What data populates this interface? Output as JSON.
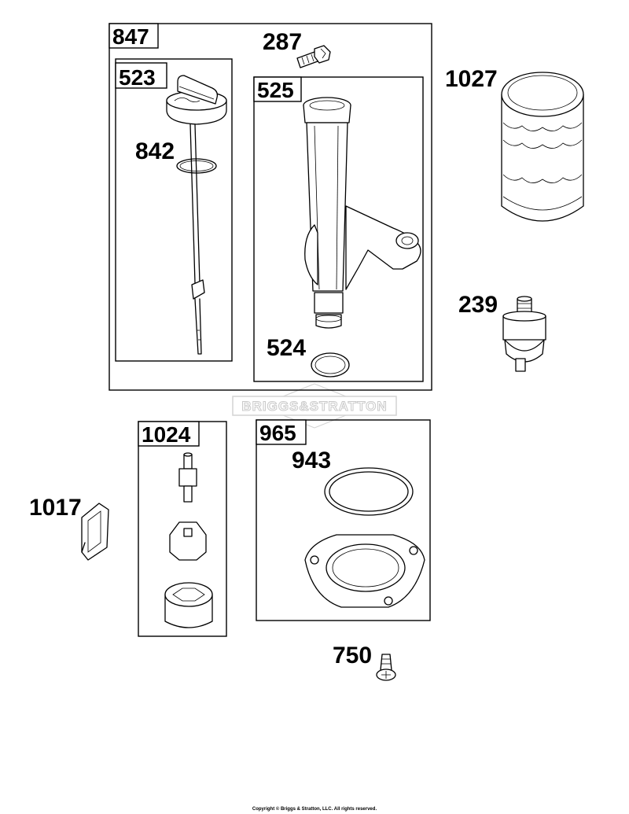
{
  "labels": {
    "p847": "847",
    "p523": "523",
    "p842": "842",
    "p287": "287",
    "p525": "525",
    "p524": "524",
    "p1027": "1027",
    "p239": "239",
    "p1024": "1024",
    "p965": "965",
    "p943": "943",
    "p1017": "1017",
    "p750": "750"
  },
  "watermark": "BRIGGS&STRATTON",
  "copyright": "Copyright © Briggs & Stratton, LLC. All rights reserved."
}
